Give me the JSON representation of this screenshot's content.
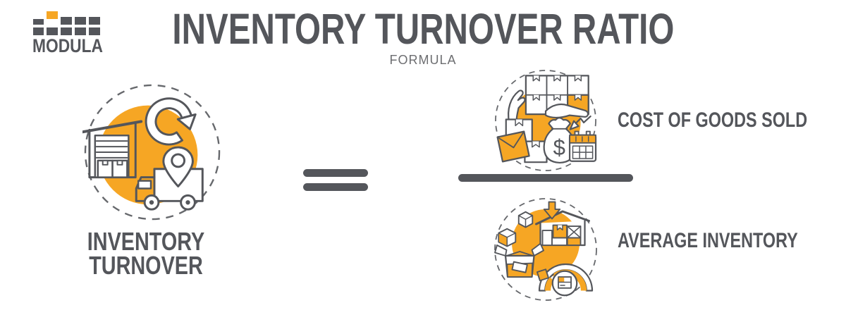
{
  "colors": {
    "orange": "#F6A624",
    "ink": "#54565B",
    "subtitle_gray": "#6D6E71",
    "background": "#FFFFFF"
  },
  "logo": {
    "brand": "MODULA"
  },
  "header": {
    "title": "INVENTORY TURNOVER RATIO",
    "subtitle": "FORMULA"
  },
  "formula": {
    "left_term": {
      "label": "INVENTORY TURNOVER"
    },
    "relation": "equals",
    "numerator": {
      "label": "COST OF GOODS SOLD",
      "money_bag_symbol": "$"
    },
    "denominator": {
      "label": "AVERAGE INVENTORY"
    }
  },
  "icons": {
    "logo_mark": "modula-pixel-grid-logo",
    "left_term": "warehouse-truck-cycle-illustration",
    "numerator": "goods-money-bag-calendar-illustration",
    "denominator": "boxes-warehouse-gauge-illustration"
  }
}
